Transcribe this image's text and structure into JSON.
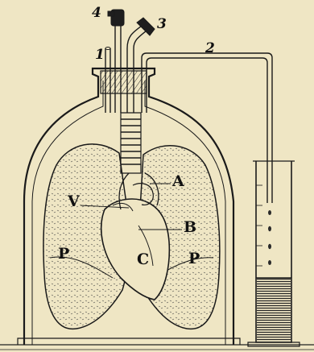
{
  "labels": {
    "n1": "1",
    "n2": "2",
    "n3": "3",
    "n4": "4",
    "A": "A",
    "B": "B",
    "C": "C",
    "V": "V",
    "P_left": "P",
    "P_right": "P"
  },
  "colors": {
    "paper": "#efe6c4",
    "ink": "#1a1a1a",
    "liquid": "#3a3226"
  }
}
